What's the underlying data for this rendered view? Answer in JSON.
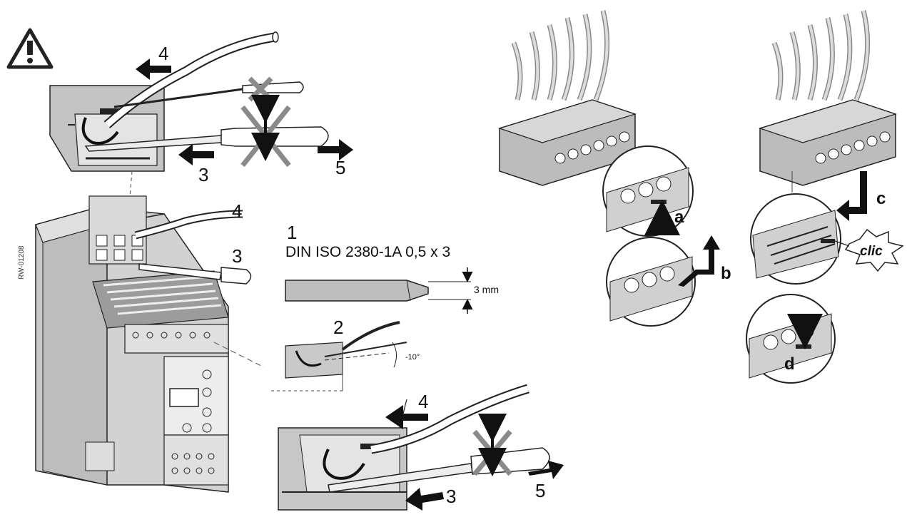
{
  "labels": {
    "step1": "1",
    "step2": "2",
    "step3": "3",
    "step4": "4",
    "step5": "5",
    "spec": "DIN ISO 2380-1A 0,5 x 3",
    "dimension": "3 mm",
    "angle": "10°",
    "code": "RW-01208",
    "a": "a",
    "b": "b",
    "c": "c",
    "d": "d",
    "clic": "clic"
  },
  "icons": [
    "warning-icon",
    "arrow-icon",
    "cross-icon",
    "screwdriver-icon",
    "wire-icon",
    "terminal-block-icon",
    "relay-device-icon",
    "connector-icon"
  ],
  "colors": {
    "line": "#111111",
    "gray_fill": "#b9b9b9",
    "light_fill": "#dcdcdc",
    "cross": "#888888"
  }
}
